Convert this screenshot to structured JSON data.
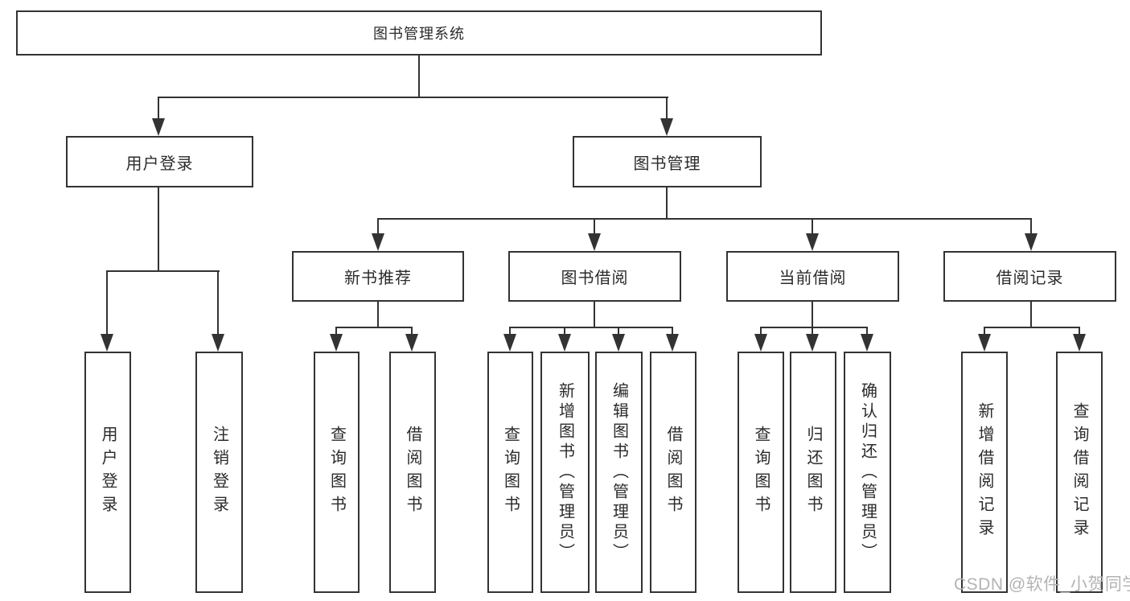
{
  "diagram": {
    "type": "hierarchy-tree",
    "line_color": "#333333",
    "background": "#ffffff",
    "watermark": "CSDN @软件_小贺同学",
    "watermark_color": "#b3b3b3",
    "nodes": {
      "root": "图书管理系统",
      "user_login": "用户登录",
      "book_mgmt": "图书管理",
      "new_book_rec": "新书推荐",
      "book_borrow": "图书借阅",
      "current_borrow": "当前借阅",
      "borrow_record": "借阅记录",
      "ul_user_login": "用户登录",
      "ul_logout": "注销登录",
      "nb_query_book": "查询图书",
      "nb_borrow_book": "借阅图书",
      "bb_query_book": "查询图书",
      "bb_add_book": "新增图书（管理员）",
      "bb_edit_book": "编辑图书（管理员）",
      "bb_borrow_book": "借阅图书",
      "cb_query_book": "查询图书",
      "cb_return_book": "归还图书",
      "cb_confirm_return": "确认归还（管理员）",
      "br_add_record": "新增借阅记录",
      "br_query_record": "查询借阅记录"
    }
  }
}
